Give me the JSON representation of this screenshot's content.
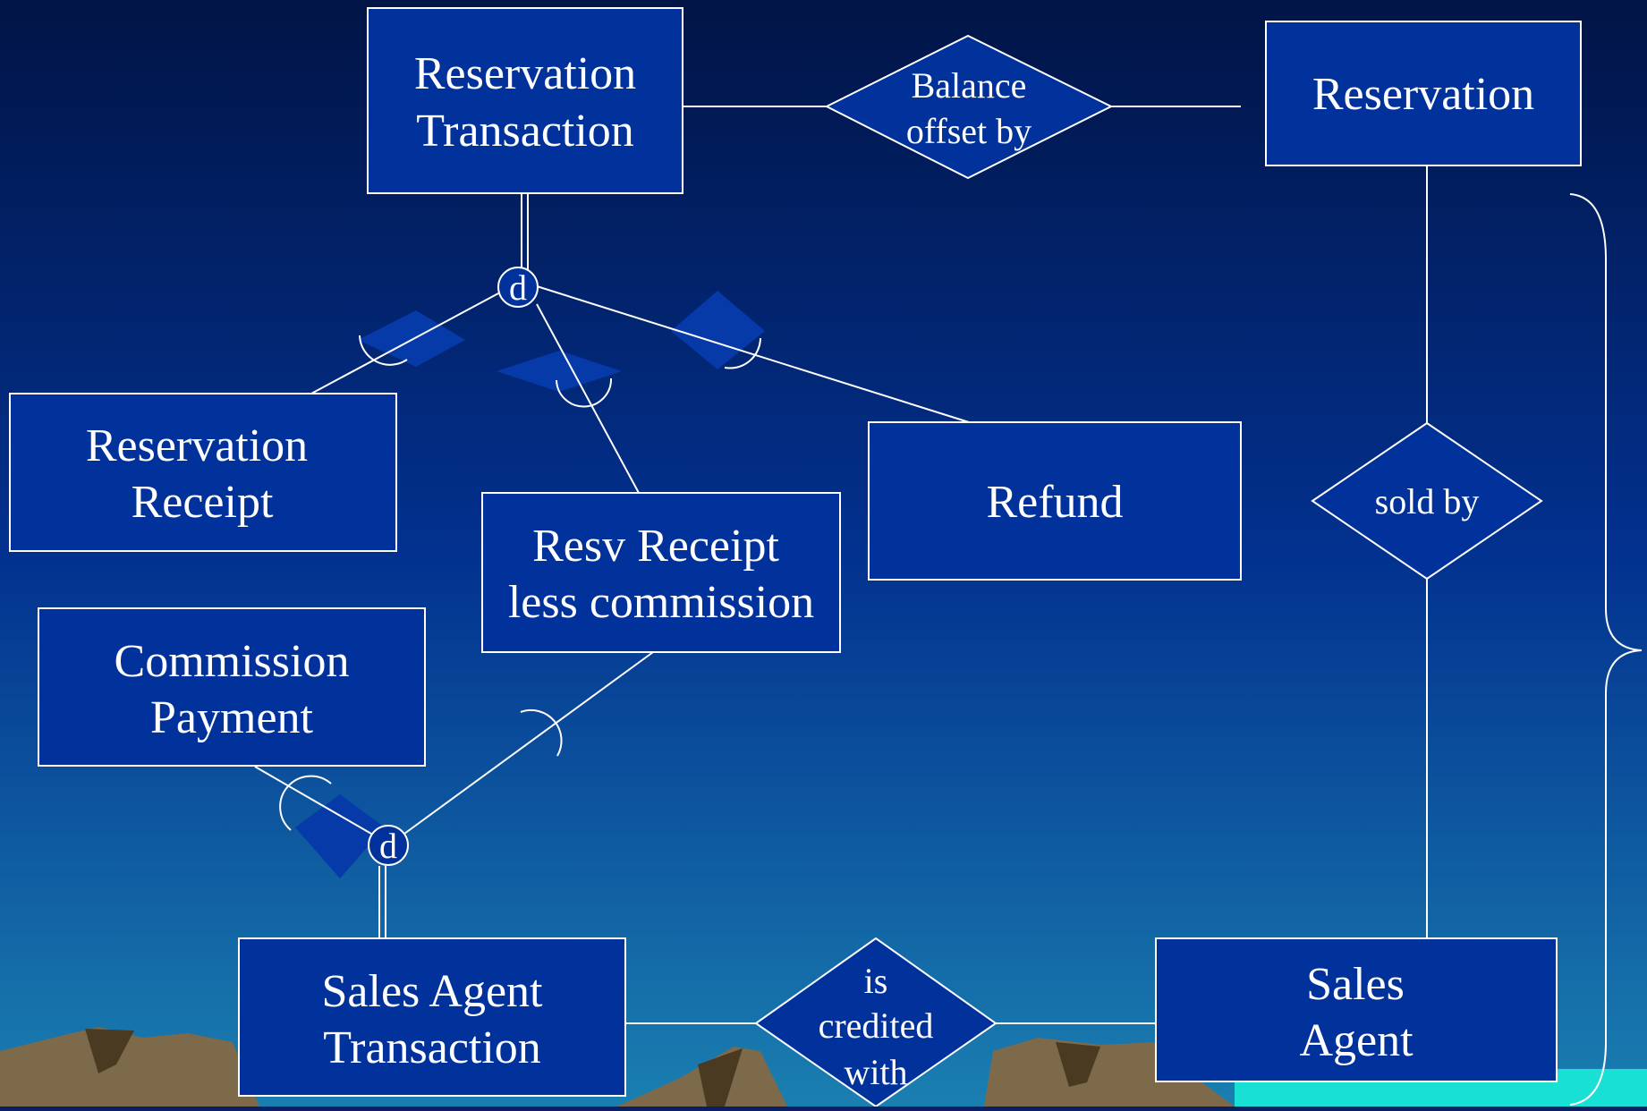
{
  "diagram": {
    "type": "entity-relationship",
    "colors": {
      "sky_top": "#011446",
      "sky_mid": "#02318f",
      "horizon": "#1a7fb0",
      "entity_fill": "#01319b",
      "mountain": "#7c6a4a",
      "sea": "#19e0d4"
    },
    "entities": {
      "reservation_transaction": [
        "Reservation",
        "Transaction"
      ],
      "reservation": [
        "Reservation"
      ],
      "reservation_receipt": [
        "Reservation",
        "Receipt"
      ],
      "resv_receipt_less_commission": [
        "Resv Receipt",
        "less commission"
      ],
      "refund": [
        "Refund"
      ],
      "commission_payment": [
        "Commission",
        "Payment"
      ],
      "sales_agent_transaction": [
        "Sales Agent",
        "Transaction"
      ],
      "sales_agent": [
        "Sales",
        "Agent"
      ]
    },
    "relationships": {
      "balance_offset_by": [
        "Balance",
        "offset by"
      ],
      "sold_by": [
        "sold by"
      ],
      "is_credited_with": [
        "is",
        "credited",
        "with"
      ]
    },
    "disjoint_symbols": [
      "d",
      "d"
    ]
  }
}
